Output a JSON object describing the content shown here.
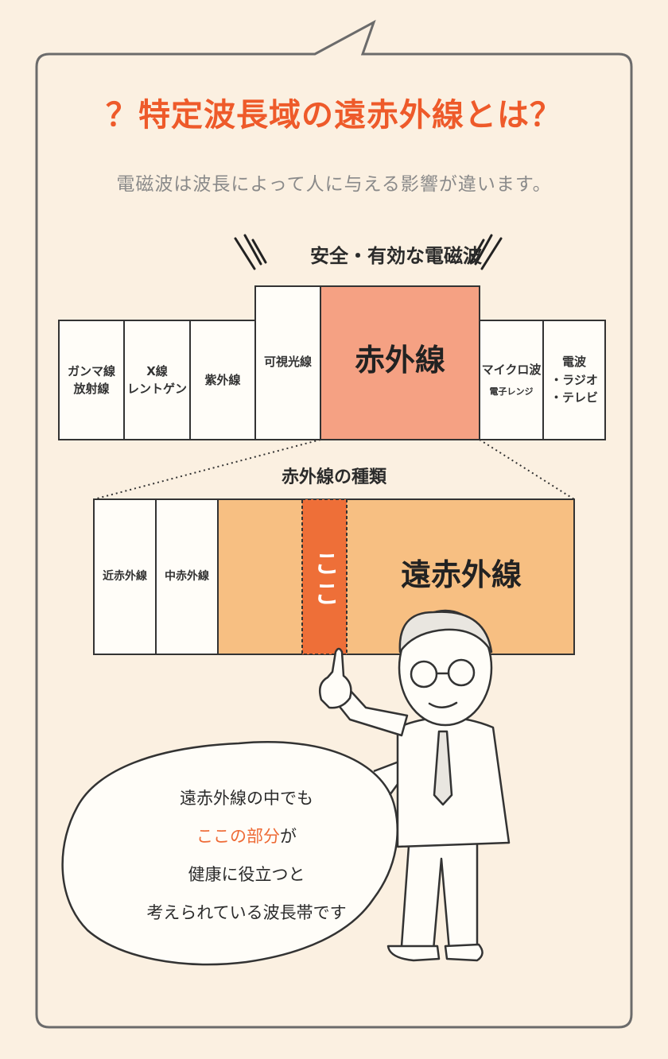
{
  "title": "？特定波長域の遠赤外線とは？",
  "subtitle": "電磁波は波長によって人に与える影響が違います。",
  "safe_label": "安全・有効な電磁波",
  "spectrum": {
    "bands": [
      {
        "label": "ガンマ線\n放射線"
      },
      {
        "label": "X線\nレントゲン"
      },
      {
        "label": "紫外線"
      },
      {
        "label": "可視光線"
      },
      {
        "label": "赤外線"
      },
      {
        "label": "マイクロ波",
        "sub": "電子レンジ"
      },
      {
        "label": "電波\n・ラジオ\n・テレビ"
      }
    ]
  },
  "types_label": "赤外線の種類",
  "ir_types": {
    "near": "近赤外線",
    "mid": "中赤外線",
    "far": "遠赤外線",
    "here": "ここ"
  },
  "speech": {
    "line1": "遠赤外線の中でも",
    "highlight": "ここの部分",
    "line2_suffix": "が",
    "line3": "健康に役立つと",
    "line4": "考えられている波長帯です"
  },
  "colors": {
    "background": "#fbf0e1",
    "title": "#ee5a2a",
    "infrared": "#f5a183",
    "far_infrared": "#f7bf82",
    "here": "#ee6f38"
  }
}
